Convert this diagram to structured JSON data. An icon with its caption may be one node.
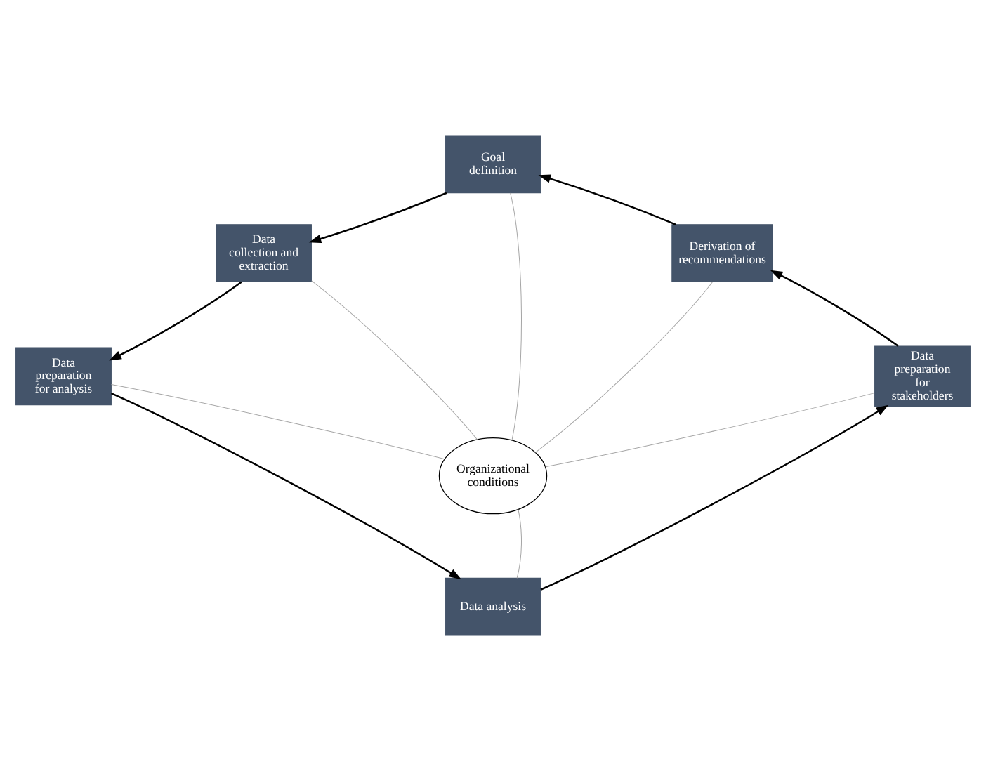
{
  "diagram": {
    "nodes": [
      {
        "text": [
          "Goal definition"
        ]
      },
      {
        "text": [
          "Data collection and extraction"
        ]
      },
      {
        "text": [
          "Data preparation for analysis"
        ]
      },
      {
        "text": [
          "Data analysis"
        ]
      },
      {
        "text": [
          "Data preparation for stakeholders"
        ]
      },
      {
        "text": [
          "Derivation of recommendations"
        ]
      },
      {
        "text": [
          "Organizational conditions"
        ]
      }
    ],
    "edges": [
      {
        "from": 0,
        "to": 1,
        "arrow": "to"
      },
      {
        "from": 1,
        "to": 2,
        "arrow": "to"
      },
      {
        "from": 2,
        "to": 3,
        "arrow": "to"
      },
      {
        "from": 3,
        "to": 4,
        "arrow": "to"
      },
      {
        "from": 4,
        "to": 5,
        "arrow": "to"
      },
      {
        "from": 5,
        "to": 0,
        "arrow": "to"
      },
      {
        "from": 6,
        "to": 0,
        "arrow": "none",
        "color": "#a6a6a6"
      },
      {
        "from": 6,
        "to": 1,
        "arrow": "none",
        "color": "#a6a6a6"
      },
      {
        "from": 6,
        "to": 2,
        "arrow": "none",
        "color": "#a6a6a6"
      },
      {
        "from": 6,
        "to": 3,
        "arrow": "none",
        "color": "#a6a6a6"
      },
      {
        "from": 6,
        "to": 4,
        "arrow": "none",
        "color": "#a6a6a6"
      },
      {
        "from": 6,
        "to": 5,
        "arrow": "none",
        "color": "#a6a6a6"
      }
    ]
  }
}
